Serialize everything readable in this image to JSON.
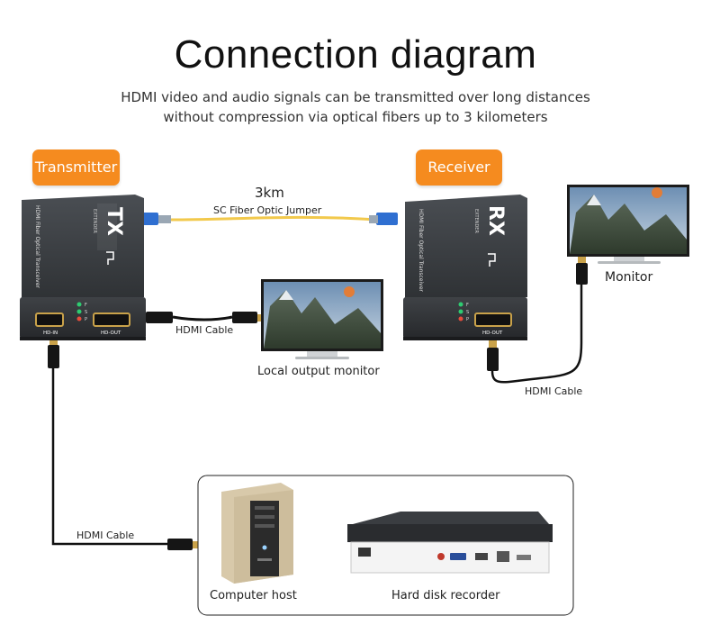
{
  "title": "Connection diagram",
  "subtitle_line1": "HDMI video and audio signals can be transmitted over long distances",
  "subtitle_line2": "without compression via optical fibers up to 3 kilometers",
  "transmitter": {
    "badge": "Transmitter",
    "code": "TX",
    "extender_text": "EXTENDER",
    "side_text": "HDMI Fiber Optical Transceiver",
    "port_in": "HD-IN",
    "port_out": "HD-OUT",
    "leds": [
      "F",
      "S",
      "P"
    ]
  },
  "receiver": {
    "badge": "Receiver",
    "code": "RX",
    "extender_text": "EXTENDER",
    "side_text": "HDMI Fiber Optical Transceiver",
    "port_out": "HD-OUT",
    "leds": [
      "F",
      "S",
      "P"
    ]
  },
  "fiber": {
    "distance": "3km",
    "label": "SC Fiber Optic Jumper"
  },
  "labels": {
    "hdmi_cable_local": "HDMI Cable",
    "hdmi_cable_receiver": "HDMI Cable",
    "hdmi_cable_source": "HDMI Cable",
    "local_monitor": "Local output monitor",
    "monitor": "Monitor",
    "computer_host": "Computer host",
    "hard_disk_recorder": "Hard disk recorder"
  },
  "colors": {
    "badge": "#f58b1f",
    "device_body": "#3b3e42",
    "fiber_cable": "#f2c94c",
    "fiber_connector": "#2f6fd1",
    "cable": "#111111"
  }
}
